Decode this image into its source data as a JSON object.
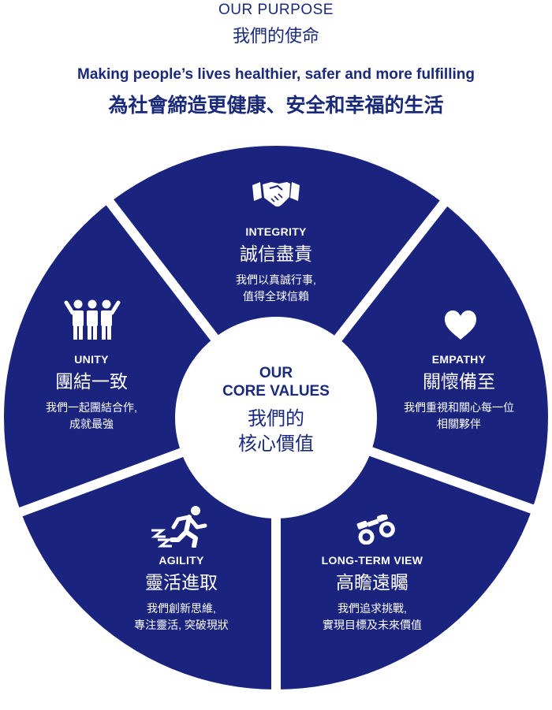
{
  "header": {
    "purpose_label": "OUR PURPOSE",
    "purpose_zh": "我們的使命",
    "mission_en": "Making people’s lives healthier, safer and more fulfilling",
    "mission_zh": "為社會締造更健康、安全和幸福的生活"
  },
  "center": {
    "en_line1": "OUR",
    "en_line2": "CORE VALUES",
    "zh_line1": "我們的",
    "zh_line2": "核心價值"
  },
  "values": [
    {
      "en": "INTEGRITY",
      "zh": "誠信盡責",
      "desc1": "我們以真誠行事,",
      "desc2": "值得全球信賴",
      "icon": "handshake-icon"
    },
    {
      "en": "EMPATHY",
      "zh": "關懷備至",
      "desc1": "我們重視和關心每一位",
      "desc2": "相關夥伴",
      "icon": "heart-icon"
    },
    {
      "en": "LONG-TERM VIEW",
      "zh": "高瞻遠矚",
      "desc1": "我們追求挑戰,",
      "desc2": "實現目標及未來價值",
      "icon": "binoculars-icon"
    },
    {
      "en": "AGILITY",
      "zh": "靈活進取",
      "desc1": "我們創新思維,",
      "desc2": "專注靈活, 突破現狀",
      "icon": "runner-icon"
    },
    {
      "en": "UNITY",
      "zh": "團結一致",
      "desc1": "我們一起團結合作,",
      "desc2": "成就最強",
      "icon": "group-icon"
    }
  ],
  "colors": {
    "primary": "#1a237e",
    "background": "#ffffff"
  }
}
